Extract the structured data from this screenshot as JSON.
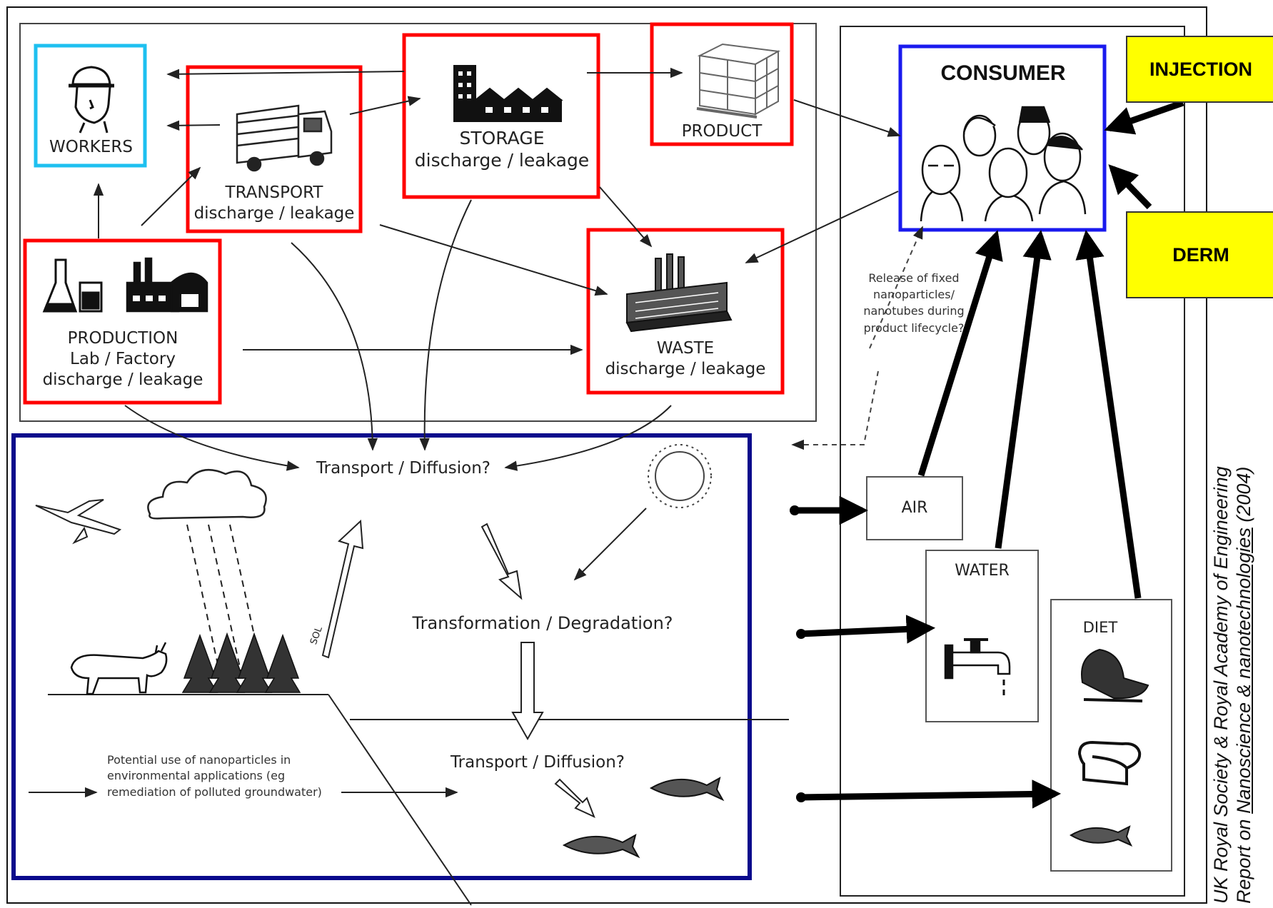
{
  "nodes": {
    "workers": "WORKERS",
    "transport": [
      "TRANSPORT",
      "discharge / leakage"
    ],
    "storage": [
      "STORAGE",
      "discharge / leakage"
    ],
    "product": "PRODUCT",
    "consumer": "CONSUMER",
    "injection": "INJECTION",
    "derm": "DERM",
    "production": [
      "PRODUCTION",
      "Lab / Factory",
      "discharge / leakage"
    ],
    "waste": [
      "WASTE",
      "discharge / leakage"
    ],
    "release_note": [
      "Release of fixed",
      "nanoparticles/",
      "nanotubes during",
      "product lifecycle?"
    ],
    "air": "AIR",
    "water": "WATER",
    "diet": "DIET"
  },
  "environment": {
    "transport_diffusion_top": "Transport / Diffusion?",
    "transformation": "Transformation / Degradation?",
    "transport_diffusion_bottom": "Transport / Diffusion?",
    "potential_use": [
      "Potential use of nanoparticles in",
      "environmental applications (eg",
      "remediation of polluted groundwater)"
    ],
    "sol_label": "SOL"
  },
  "citation": {
    "line1": "UK Royal Society & Royal Academy of Engineering",
    "line2_prefix": "Report on ",
    "line2_title": "Nanoscience & nanotechnologies",
    "line2_year": " (2004)"
  },
  "colors": {
    "red_box": "#ff0000",
    "workers_box": "#1ec0f0",
    "consumer_box": "#1a1aee",
    "environment_box": "#0a0a8c",
    "yellow": "#ffff00"
  },
  "icons": [
    "worker-head-icon",
    "truck-icon",
    "factory-icon",
    "boxes-icon",
    "people-group-icon",
    "flask-icon",
    "production-factory-icon",
    "waste-factory-icon",
    "airplane-icon",
    "cloud-icon",
    "sun-icon",
    "cow-icon",
    "trees-icon",
    "fish-icon",
    "tap-icon",
    "food-icon",
    "bread-icon"
  ]
}
